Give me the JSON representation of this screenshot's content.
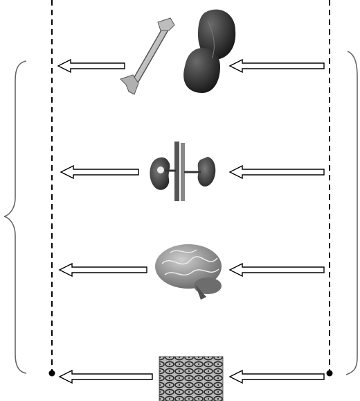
{
  "diagram": {
    "levels": [
      {
        "id": "organ-system",
        "icon": "bone-and-muscle-icon"
      },
      {
        "id": "organ",
        "icon": "kidney-icon"
      },
      {
        "id": "organ-tissue",
        "icon": "brain-icon"
      },
      {
        "id": "tissue",
        "icon": "tissue-micrograph-icon"
      }
    ],
    "colors": {
      "line": "#000000",
      "arrow_fill": "#ffffff",
      "brace": "#555555",
      "dark_organ": "#1c1c1c",
      "bone": "#c8c8c8",
      "brain": "#8a8a8a"
    }
  }
}
